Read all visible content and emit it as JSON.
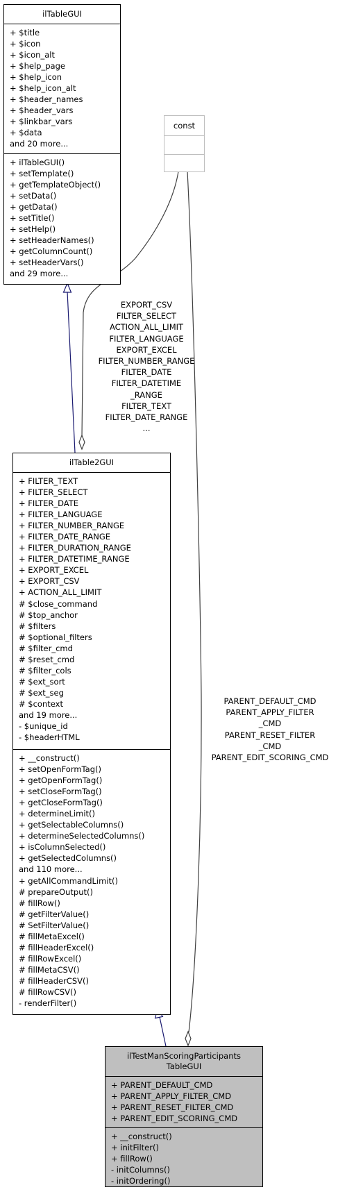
{
  "nodes": {
    "iltablegui": {
      "title": [
        "ilTableGUI"
      ],
      "attributes": [
        "+ $title",
        "+ $icon",
        "+ $icon_alt",
        "+ $help_page",
        "+ $help_icon",
        "+ $help_icon_alt",
        "+ $header_names",
        "+ $header_vars",
        "+ $linkbar_vars",
        "+ $data",
        "and 20 more..."
      ],
      "operations": [
        "+ ilTableGUI()",
        "+ setTemplate()",
        "+ getTemplateObject()",
        "+ setData()",
        "+ getData()",
        "+ setTitle()",
        "+ setHelp()",
        "+ setHeaderNames()",
        "+ getColumnCount()",
        "+ setHeaderVars()",
        "and 29 more..."
      ]
    },
    "const": {
      "title": [
        "const"
      ]
    },
    "iltable2gui": {
      "title": [
        "ilTable2GUI"
      ],
      "attributes": [
        "+ FILTER_TEXT",
        "+ FILTER_SELECT",
        "+ FILTER_DATE",
        "+ FILTER_LANGUAGE",
        "+ FILTER_NUMBER_RANGE",
        "+ FILTER_DATE_RANGE",
        "+ FILTER_DURATION_RANGE",
        "+ FILTER_DATETIME_RANGE",
        "+ EXPORT_EXCEL",
        "+ EXPORT_CSV",
        "+ ACTION_ALL_LIMIT",
        "# $close_command",
        "# $top_anchor",
        "# $filters",
        "# $optional_filters",
        "# $filter_cmd",
        "# $reset_cmd",
        "# $filter_cols",
        "# $ext_sort",
        "# $ext_seg",
        "# $context",
        "and 19 more...",
        "- $unique_id",
        "- $headerHTML"
      ],
      "operations": [
        "+ __construct()",
        "+ setOpenFormTag()",
        "+ getOpenFormTag()",
        "+ setCloseFormTag()",
        "+ getCloseFormTag()",
        "+ determineLimit()",
        "+ getSelectableColumns()",
        "+ determineSelectedColumns()",
        "+ isColumnSelected()",
        "+ getSelectedColumns()",
        "and 110 more...",
        "+ getAllCommandLimit()",
        "# prepareOutput()",
        "# fillRow()",
        "# getFilterValue()",
        "# SetFilterValue()",
        "# fillMetaExcel()",
        "# fillHeaderExcel()",
        "# fillRowExcel()",
        "# fillMetaCSV()",
        "# fillHeaderCSV()",
        "# fillRowCSV()",
        "- renderFilter()"
      ]
    },
    "scoring": {
      "title": [
        "ilTestManScoringParticipants",
        "TableGUI"
      ],
      "attributes": [
        "+ PARENT_DEFAULT_CMD",
        "+ PARENT_APPLY_FILTER_CMD",
        "+ PARENT_RESET_FILTER_CMD",
        "+ PARENT_EDIT_SCORING_CMD"
      ],
      "operations": [
        "+ __construct()",
        "+ initFilter()",
        "+ fillRow()",
        "- initColumns()",
        "- initOrdering()"
      ]
    }
  },
  "edge_labels": {
    "const_to_table2": [
      "EXPORT_CSV",
      "FILTER_SELECT",
      "ACTION_ALL_LIMIT",
      "FILTER_LANGUAGE",
      "EXPORT_EXCEL",
      "FILTER_NUMBER_RANGE",
      "FILTER_DATE",
      "FILTER_DATETIME",
      "_RANGE",
      "FILTER_TEXT",
      "FILTER_DATE_RANGE",
      "..."
    ],
    "const_to_scoring": [
      "PARENT_DEFAULT_CMD",
      "PARENT_APPLY_FILTER",
      "_CMD",
      "PARENT_RESET_FILTER",
      "_CMD",
      "PARENT_EDIT_SCORING_CMD"
    ]
  },
  "colors": {
    "inheritance_edge": "#191970",
    "usage_edge": "#404040",
    "highlight_fill": "#bfbfbf",
    "const_border": "#bfbfbf"
  }
}
